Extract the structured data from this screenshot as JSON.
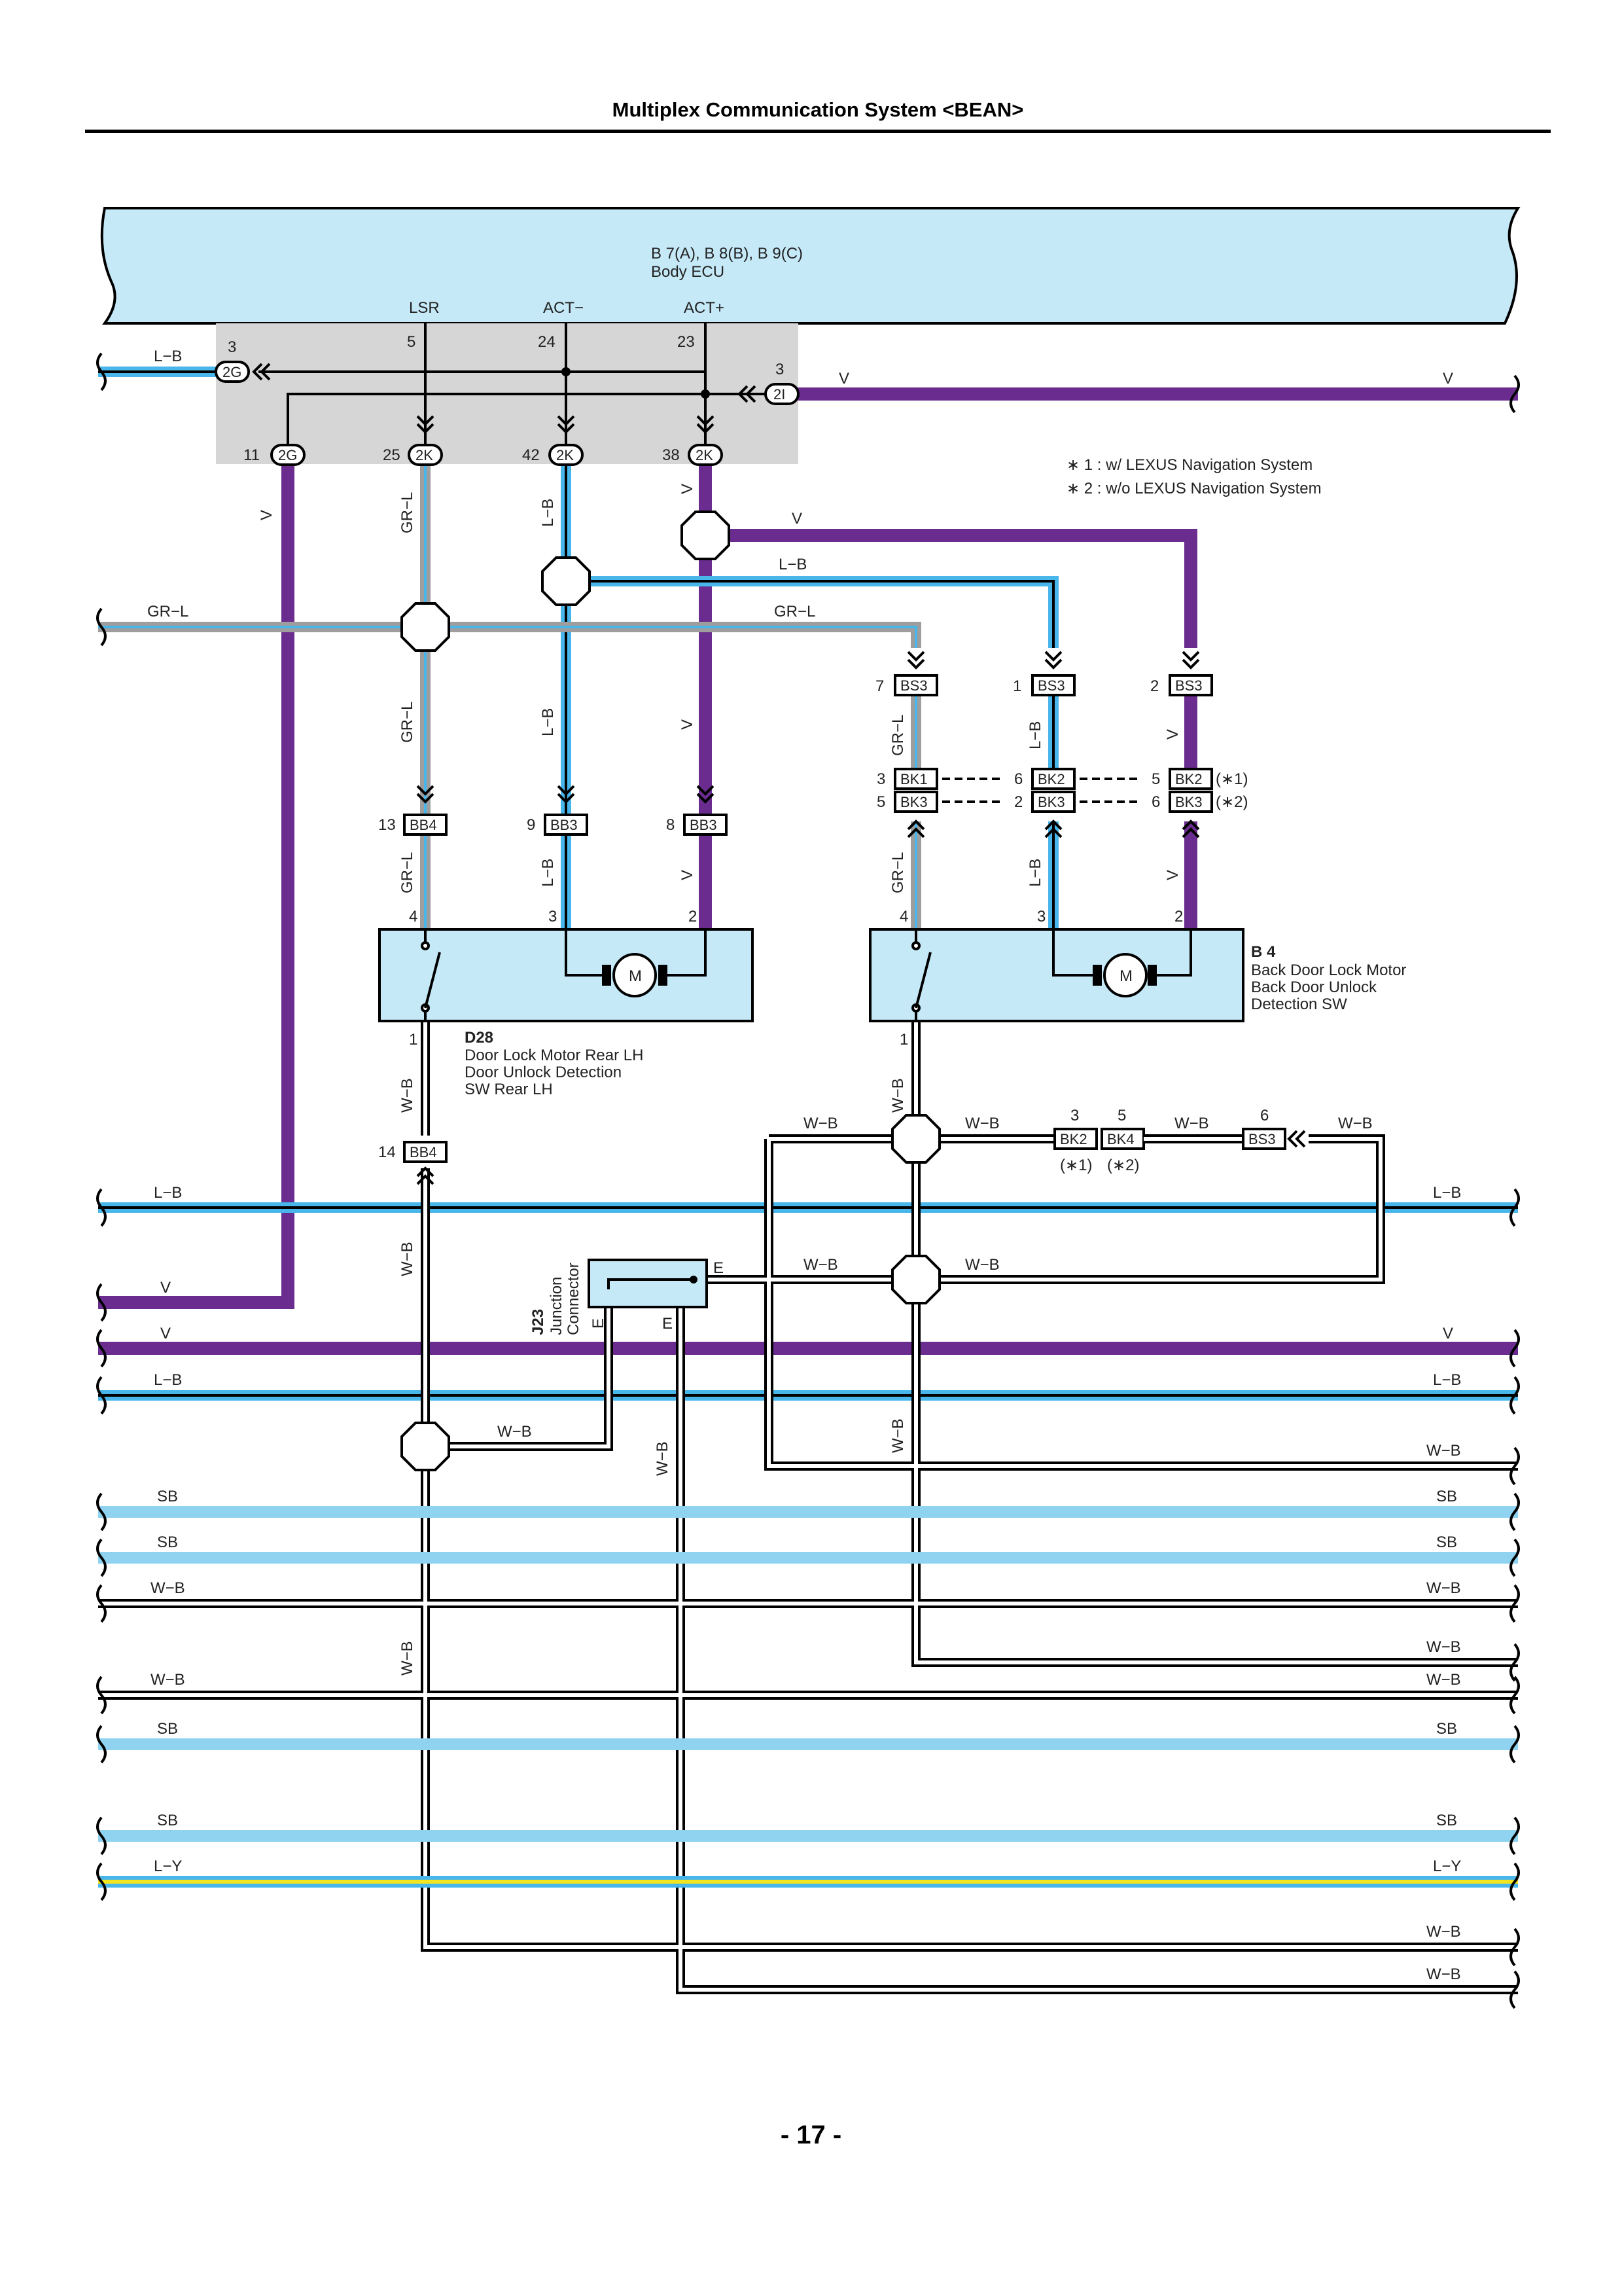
{
  "page": {
    "header": "Multiplex Communication System <BEAN>",
    "footer": "- 17 -"
  },
  "colors": {
    "V": "#6a2d8f",
    "L": "#48b6ea",
    "SB": "#8fd3f1",
    "GR": "#9e9e9e",
    "Y": "#f2e41e",
    "B": "#000000",
    "W": "#ffffff",
    "ecu_fill": "#c6e9f8",
    "gray_box": "#d6d6d6"
  },
  "ecu": {
    "code": "B 7(A), B 8(B), B 9(C)",
    "name": "Body ECU",
    "sig_lsr": "LSR",
    "sig_act_minus": "ACT−",
    "sig_act_plus": "ACT+"
  },
  "notes": {
    "n1": "∗ 1 : w/ LEXUS Navigation System",
    "n2": "∗ 2 : w/o LEXUS Navigation System"
  },
  "d28": {
    "code": "D28",
    "line1": "Door Lock Motor Rear LH",
    "line2": "Door Unlock Detection",
    "line3": "SW Rear LH",
    "motor": "M"
  },
  "b4": {
    "code": "B 4",
    "line1": "Back Door Lock Motor",
    "line2": "Back Door Unlock",
    "line3": "Detection SW",
    "motor": "M"
  },
  "j23": {
    "code": "J23",
    "line1": "Junction",
    "line2": "Connector",
    "pin_e": "E"
  },
  "connectors": {
    "c_2g": "2G",
    "c_2i": "2I",
    "c_2k": "2K",
    "c_bs3": "BS3",
    "c_bk1": "BK1",
    "c_bk2": "BK2",
    "c_bk3": "BK3",
    "c_bk4": "BK4",
    "c_bb3": "BB3",
    "c_bb4": "BB4"
  },
  "pins": {
    "p1": "1",
    "p2": "2",
    "p3": "3",
    "p4": "4",
    "p5": "5",
    "p6": "6",
    "p7": "7",
    "p8": "8",
    "p9": "9",
    "p11": "11",
    "p13": "13",
    "p14": "14",
    "p23": "23",
    "p24": "24",
    "p25": "25",
    "p38": "38",
    "p42": "42"
  },
  "footnote_marks": {
    "m1": "(∗1)",
    "m2": "(∗2)"
  },
  "wire_labels": {
    "v": "V",
    "lb": "L−B",
    "grl": "GR−L",
    "wb": "W−B",
    "sb": "SB",
    "ly": "L−Y"
  }
}
